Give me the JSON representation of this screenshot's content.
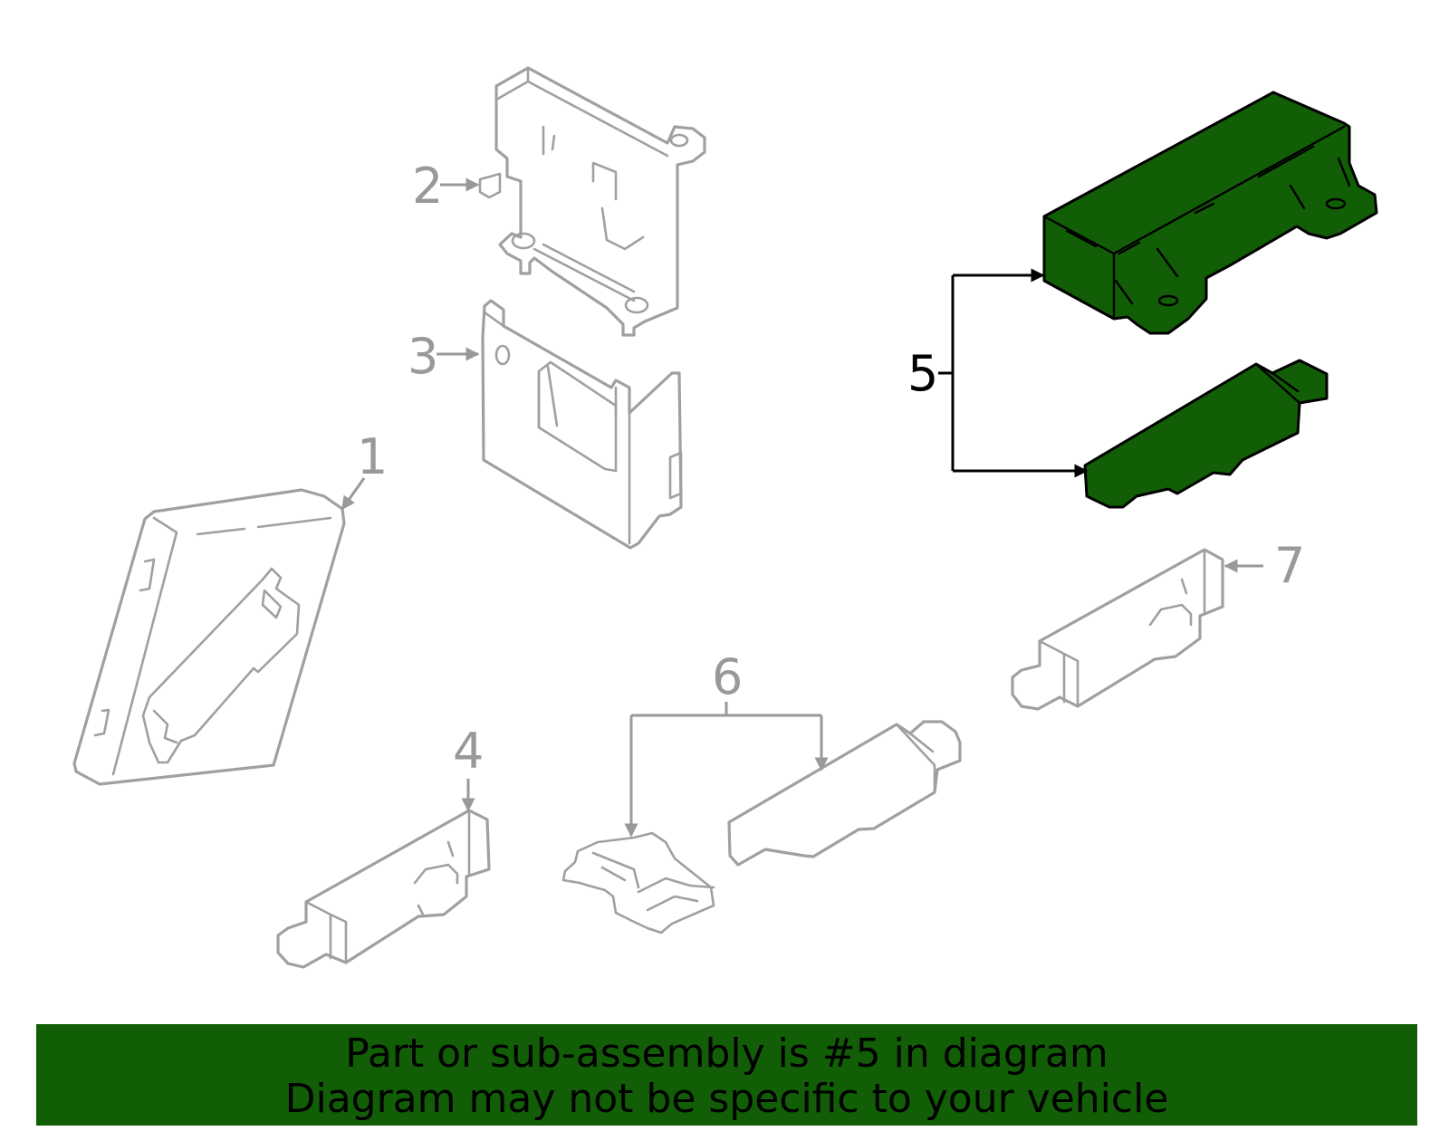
{
  "colors": {
    "highlight": "#125e06",
    "banner_bg": "#125e06",
    "part_line": "#a0a0a0",
    "callout_grey": "#999999",
    "callout_active": "#000000"
  },
  "callouts": {
    "c1": "1",
    "c2": "2",
    "c3": "3",
    "c4": "4",
    "c5": "5",
    "c6": "6",
    "c7": "7"
  },
  "highlighted_part": "5",
  "banner": {
    "line1": "Part or sub-assembly is #5 in diagram",
    "line2": "Diagram may not be specific to your vehicle"
  }
}
